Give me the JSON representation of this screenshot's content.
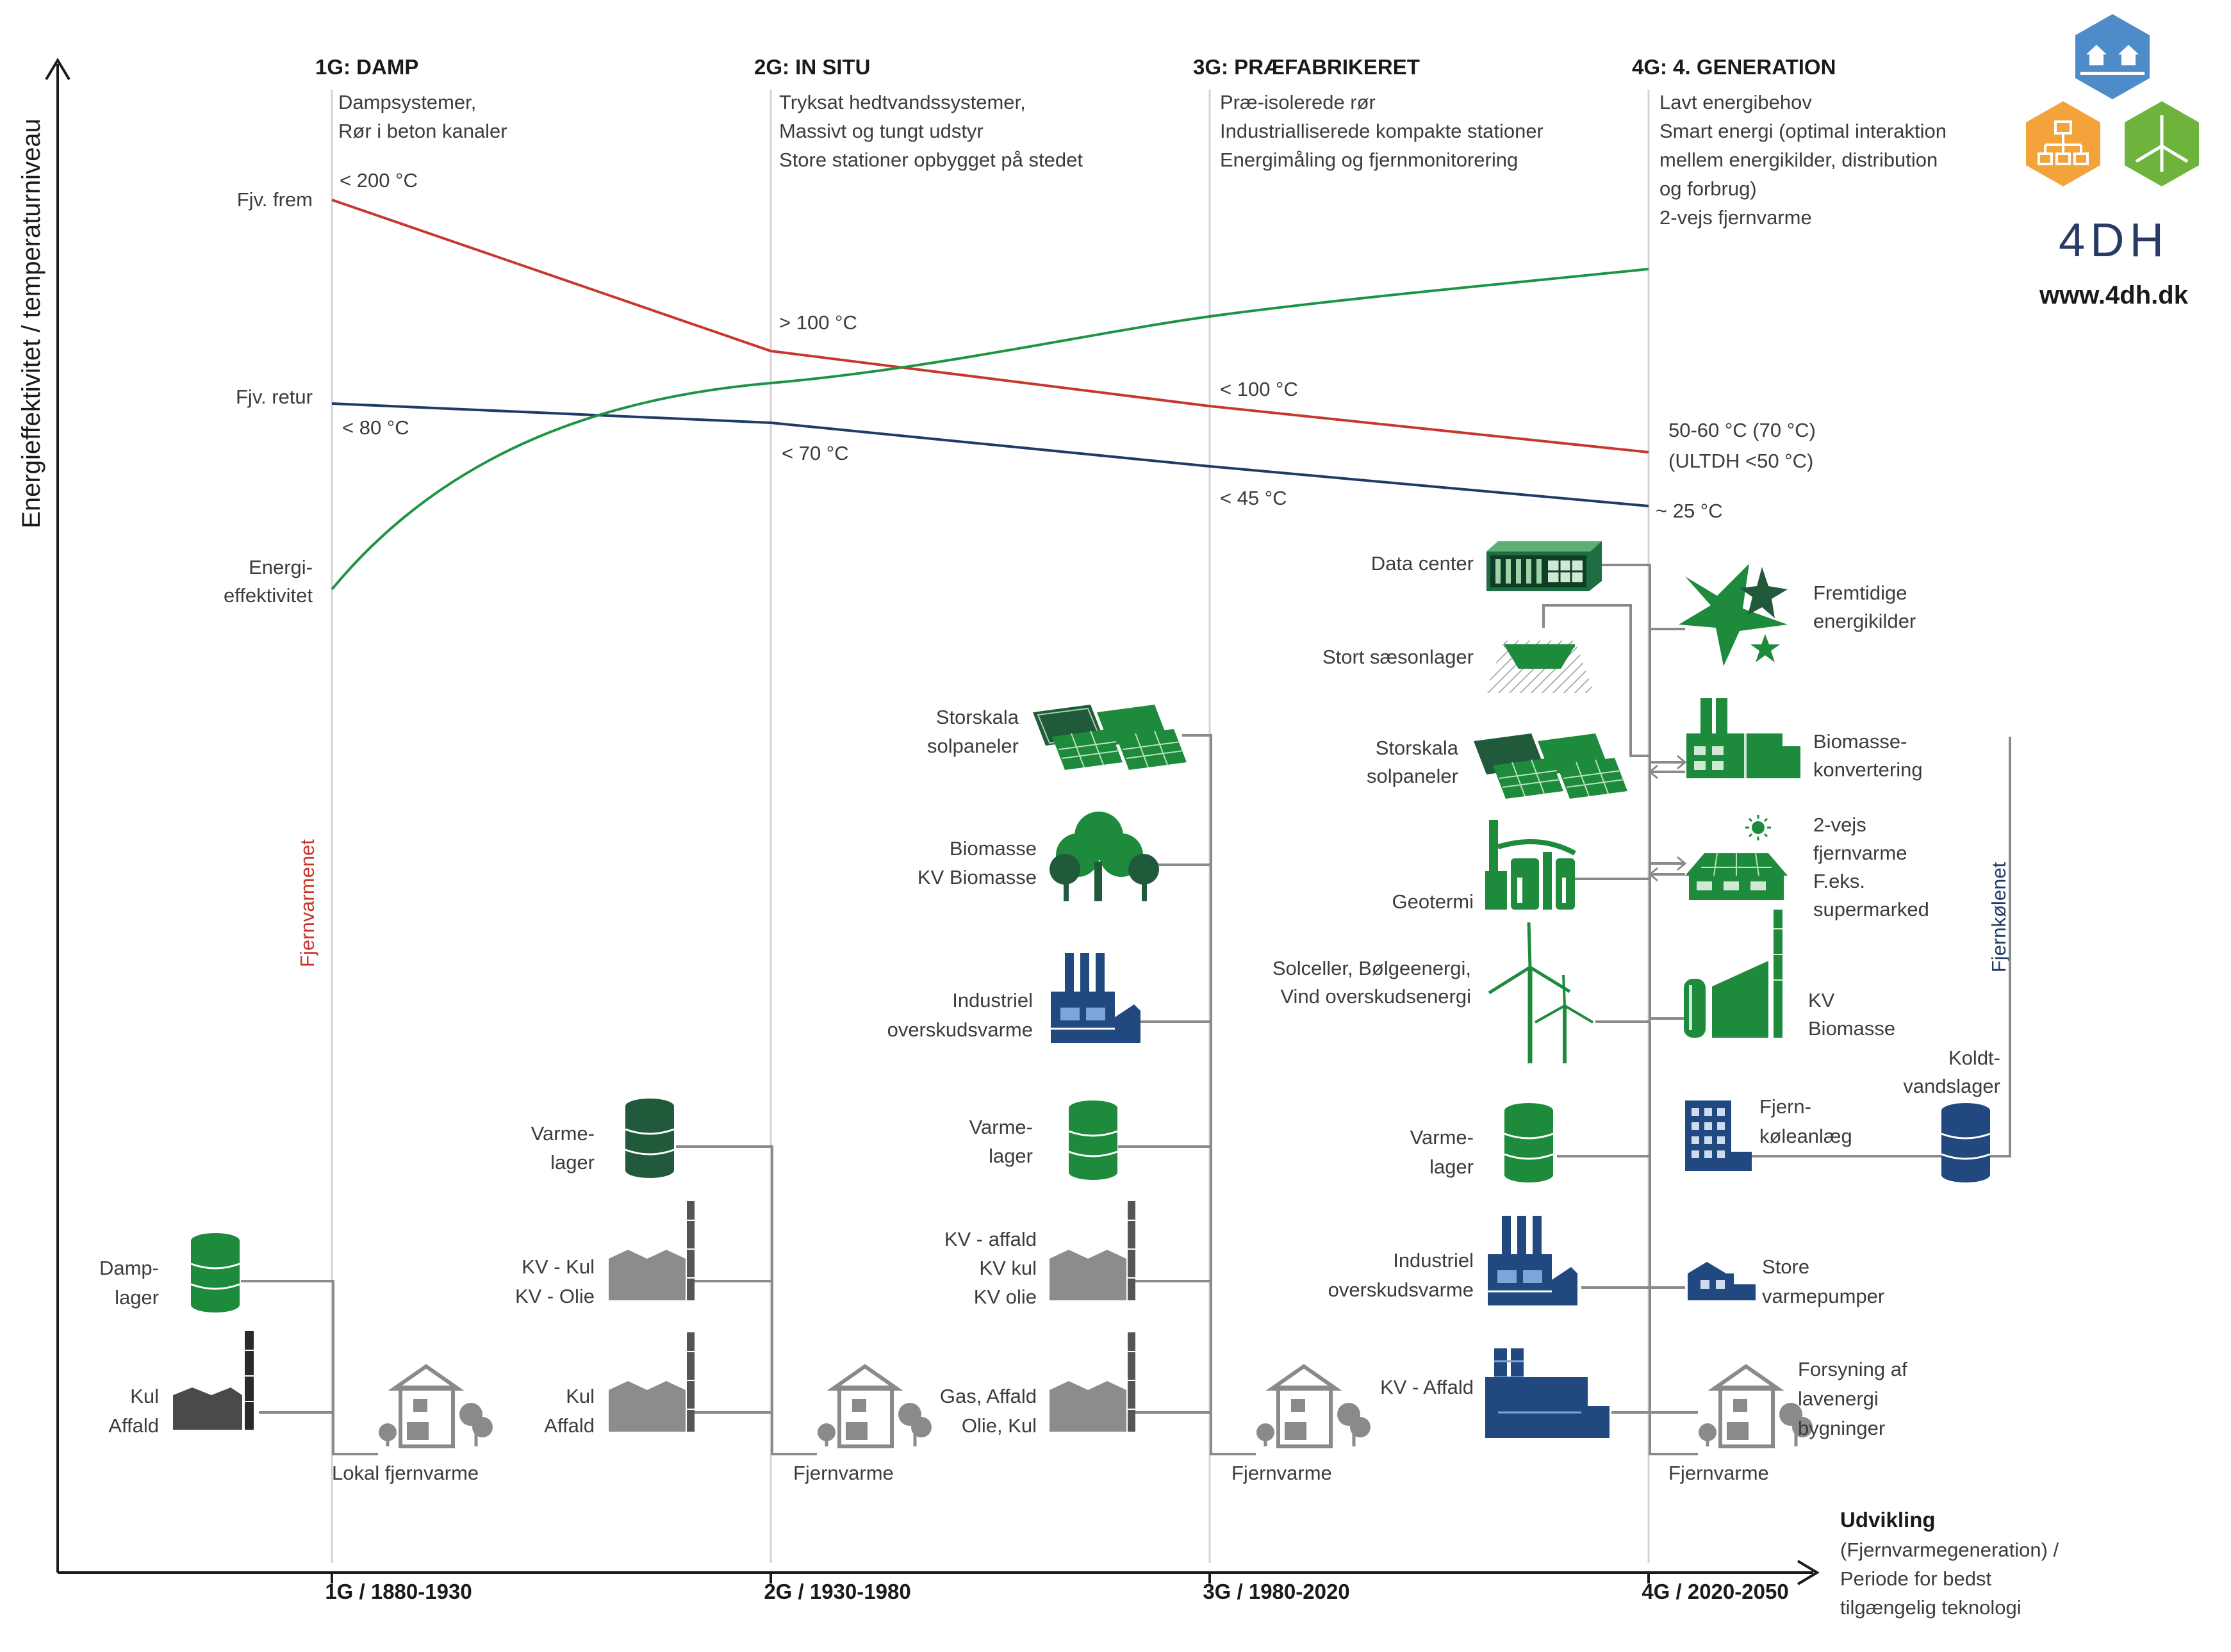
{
  "axes": {
    "y_label": "Energieffektivitet / temperaturniveau",
    "x_label_bold": "Udvikling",
    "x_label_lines": [
      "(Fjernvarmegeneration) /",
      "Periode for bedst",
      "tilgængelig teknologi"
    ],
    "ticks": [
      "1G / 1880-1930",
      "2G / 1930-1980",
      "3G / 1980-2020",
      "4G / 2020-2050"
    ]
  },
  "generations": [
    {
      "title": "1G: DAMP",
      "lines": [
        "Dampsystemer,",
        "Rør i beton kanaler"
      ]
    },
    {
      "title": "2G: IN SITU",
      "lines": [
        "Tryksat hedtvandssystemer,",
        "Massivt og tungt udstyr",
        "Store stationer opbygget på stedet"
      ]
    },
    {
      "title": "3G: PRÆFABRIKERET",
      "lines": [
        "Præ-isolerede rør",
        "Industrialliserede kompakte stationer",
        "Energimåling og fjernmonitorering"
      ]
    },
    {
      "title": "4G: 4. GENERATION",
      "lines": [
        "Lavt energibehov",
        "Smart energi (optimal interaktion",
        "mellem energikilder, distribution",
        "og forbrug)",
        "2-vejs fjernvarme"
      ]
    }
  ],
  "curve_labels": {
    "supply": "Fjv. frem",
    "return": "Fjv. retur",
    "efficiency": [
      "Energi-",
      "effektivitet"
    ]
  },
  "temperatures": {
    "g1_supply": "< 200 °C",
    "g1_return": "< 80 °C",
    "g2_supply": "> 100 °C",
    "g2_return": "< 70 °C",
    "g3_supply": "< 100 °C",
    "g3_return": "< 45 °C",
    "g4_supply": [
      "50-60 °C (70 °C)",
      "(ULTDH <50 °C)"
    ],
    "g4_return": "~ 25 °C"
  },
  "vertical_labels": {
    "district_heating": "Fjernvarmenet",
    "district_cooling": "Fjernkølenet"
  },
  "g1": {
    "sources": [
      {
        "name": "steam-storage",
        "lines": [
          "Damp-",
          "lager"
        ]
      },
      {
        "name": "coal-waste",
        "lines": [
          "Kul",
          "Affald"
        ]
      }
    ],
    "consumer": "Lokal fjernvarme"
  },
  "g2": {
    "sources": [
      {
        "name": "heat-storage",
        "lines": [
          "Varme-",
          "lager"
        ]
      },
      {
        "name": "chp-coal-oil",
        "lines": [
          "KV - Kul",
          "KV - Olie"
        ]
      },
      {
        "name": "coal-waste",
        "lines": [
          "Kul",
          "Affald"
        ]
      }
    ],
    "consumer": "Fjernvarme"
  },
  "g3": {
    "sources": [
      {
        "name": "solar",
        "lines": [
          "Storskala",
          "solpaneler"
        ]
      },
      {
        "name": "biomass",
        "lines": [
          "Biomasse",
          "KV Biomasse"
        ]
      },
      {
        "name": "industrial-heat",
        "lines": [
          "Industriel",
          "overskudsvarme"
        ]
      },
      {
        "name": "heat-storage",
        "lines": [
          "Varme-",
          "lager"
        ]
      },
      {
        "name": "chp",
        "lines": [
          "KV - affald",
          "KV kul",
          "KV olie"
        ]
      },
      {
        "name": "gas",
        "lines": [
          "Gas, Affald",
          "Olie, Kul"
        ]
      }
    ],
    "consumer": "Fjernvarme"
  },
  "g4": {
    "left": [
      {
        "name": "data-center",
        "lines": [
          "Data center"
        ]
      },
      {
        "name": "seasonal-storage",
        "lines": [
          "Stort sæsonlager"
        ]
      },
      {
        "name": "solar",
        "lines": [
          "Storskala",
          "solpaneler"
        ]
      },
      {
        "name": "geothermal",
        "lines": [
          "Geotermi"
        ]
      },
      {
        "name": "renewables",
        "lines": [
          "Solceller, Bølgeenergi,",
          "Vind overskudsenergi"
        ]
      },
      {
        "name": "heat-storage",
        "lines": [
          "Varme-",
          "lager"
        ]
      },
      {
        "name": "industrial-heat",
        "lines": [
          "Industriel",
          "overskudsvarme"
        ]
      },
      {
        "name": "chp-waste",
        "lines": [
          "KV - Affald"
        ]
      }
    ],
    "right": [
      {
        "name": "future-sources",
        "lines": [
          "Fremtidige",
          "energikilder"
        ]
      },
      {
        "name": "biomass-conversion",
        "lines": [
          "Biomasse-",
          "konvertering"
        ]
      },
      {
        "name": "two-way",
        "lines": [
          "2-vejs",
          "fjernvarme",
          "F.eks.",
          "supermarked"
        ]
      },
      {
        "name": "chp-biomass",
        "lines": [
          "KV",
          "Biomasse"
        ]
      },
      {
        "name": "cooling-plant",
        "lines": [
          "Fjern-",
          "køleanlæg"
        ]
      },
      {
        "name": "cold-storage",
        "lines": [
          "Koldt-",
          "vandslager"
        ]
      },
      {
        "name": "heat-pumps",
        "lines": [
          "Store",
          "varmepumper"
        ]
      },
      {
        "name": "low-energy",
        "lines": [
          "Forsyning af",
          "lavenergi",
          "bygninger"
        ]
      }
    ],
    "consumer": "Fjernvarme"
  },
  "logo": {
    "brand": "4DH",
    "url": "www.4dh.dk"
  },
  "colors": {
    "supply": "#c8372d",
    "return": "#1f3c66",
    "efficiency": "#1d9444",
    "green": "#1d8a3c",
    "dark_green": "#21593b",
    "blue": "#21487f",
    "grey": "#777777",
    "line": "#8a8a8a",
    "gridline": "#d3d3d3",
    "logo_blue": "#4d8cc8",
    "logo_orange": "#f4a33b",
    "logo_green": "#6eb43c"
  },
  "chart_data": {
    "type": "line",
    "categories": [
      "1G / 1880-1930",
      "2G / 1930-1980",
      "3G / 1980-2020",
      "4G / 2020-2050"
    ],
    "series": [
      {
        "name": "Fjv. frem",
        "values": [
          200,
          100,
          85,
          60
        ]
      },
      {
        "name": "Fjv. retur",
        "values": [
          80,
          70,
          45,
          25
        ]
      }
    ]
  }
}
